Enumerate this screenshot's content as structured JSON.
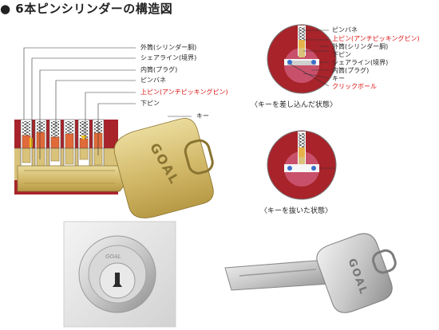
{
  "title": "● 6本ピンシリンダーの構造図",
  "left_labels": [
    {
      "text": "外筒(シリンダー胴)",
      "red": false
    },
    {
      "text": "シェアライン(境界)",
      "red": false
    },
    {
      "text": "内筒(プラグ)",
      "red": false
    },
    {
      "text": "ピンバネ",
      "red": false
    },
    {
      "text": "上ピン(アンチピッキングピン)",
      "red": true
    },
    {
      "text": "下ピン",
      "red": false
    },
    {
      "text": "キー",
      "red": false
    }
  ],
  "right_labels": [
    {
      "text": "ピンバネ",
      "red": false
    },
    {
      "text": "上ピン(アンチピッキングピン)",
      "red": true
    },
    {
      "text": "外筒(シリンダー胴)",
      "red": false
    },
    {
      "text": "下ピン",
      "red": false
    },
    {
      "text": "シェアライン(境界)",
      "red": false
    },
    {
      "text": "内筒(プラグ)",
      "red": false
    },
    {
      "text": "キー",
      "red": false
    },
    {
      "text": "クリックボール",
      "red": true
    }
  ],
  "caption_inserted": "〈キーを差し込んだ状態〉",
  "caption_removed": "〈キーを抜いた状態〉",
  "key_brand": "GOAL",
  "cylinder_brand": "GOAL",
  "colors": {
    "cylinder": "#a8232a",
    "brass": "#d9c27a",
    "spring": "#333333",
    "redline": "#d11111"
  }
}
